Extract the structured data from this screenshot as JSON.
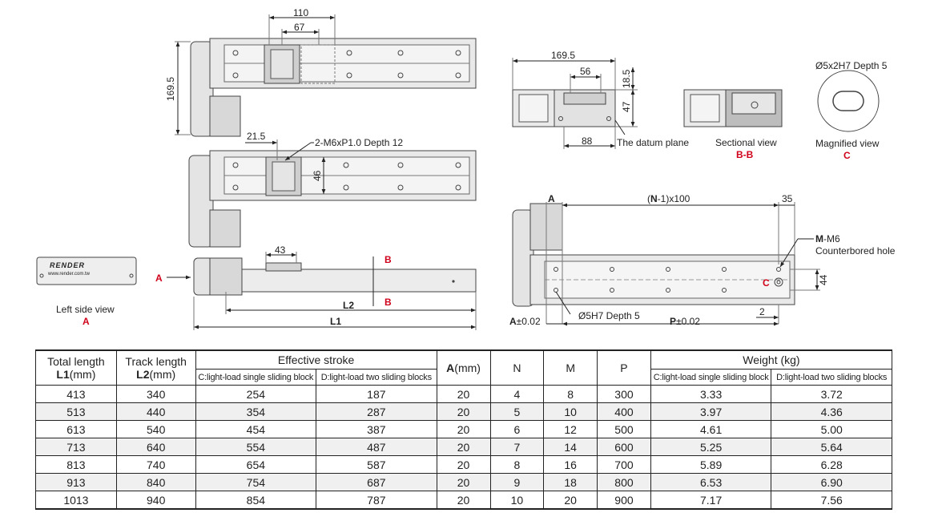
{
  "drawing": {
    "dim_110": "110",
    "dim_67": "67",
    "dim_169_5_v": "169.5",
    "dim_21_5": "21.5",
    "dim_46": "46",
    "callout_m6": "2-M6xP1.0 Depth 12",
    "dim_43": "43",
    "label_L2": "L2",
    "label_L1": "L1",
    "marker_A": "A",
    "marker_B": "B",
    "left_view_caption": "Left side view",
    "left_view_letter": "A",
    "brand_logo": "RENDER",
    "brand_url": "www.render.com.tw",
    "dim_169_5_h": "169.5",
    "dim_56": "56",
    "dim_18_5": "18.5",
    "dim_47": "47",
    "dim_88": "88",
    "datum_plane": "The datum plane",
    "sectional_caption": "Sectional view",
    "sectional_letter": "B-B",
    "magnified_callout": "Ø5x2H7 Depth 5",
    "magnified_caption": "Magnified view",
    "magnified_letter": "C",
    "pitch_prefix": "(",
    "pitch_N": "N",
    "pitch_suffix": "-1)x100",
    "dim_35": "35",
    "hole_M": "M",
    "hole_M_suffix": "-M6",
    "counterbored": "Counterbored hole",
    "marker_C": "C",
    "dim_44": "44",
    "dim_2": "2",
    "bore_callout": "Ø5H7 Depth 5",
    "tol_A": "A",
    "tol_A_suffix": "±0.02",
    "tol_P": "P",
    "tol_P_suffix": "±0.02"
  },
  "table": {
    "h_total_1": "Total length",
    "h_total_2b": "L1",
    "h_total_2": "(mm)",
    "h_track_1": "Track length",
    "h_track_2b": "L2",
    "h_track_2": "(mm)",
    "h_stroke": "Effective stroke",
    "h_stroke_c": "C:light-load single sliding block",
    "h_stroke_d": "D:light-load two sliding blocks",
    "h_A_b": "A",
    "h_A": "(mm)",
    "h_N": "N",
    "h_M": "M",
    "h_P": "P",
    "h_weight": "Weight (kg)",
    "h_weight_c": "C:light-load single sliding block",
    "h_weight_d": "D:light-load two sliding blocks",
    "rows": [
      [
        "413",
        "340",
        "254",
        "187",
        "20",
        "4",
        "8",
        "300",
        "3.33",
        "3.72"
      ],
      [
        "513",
        "440",
        "354",
        "287",
        "20",
        "5",
        "10",
        "400",
        "3.97",
        "4.36"
      ],
      [
        "613",
        "540",
        "454",
        "387",
        "20",
        "6",
        "12",
        "500",
        "4.61",
        "5.00"
      ],
      [
        "713",
        "640",
        "554",
        "487",
        "20",
        "7",
        "14",
        "600",
        "5.25",
        "5.64"
      ],
      [
        "813",
        "740",
        "654",
        "587",
        "20",
        "8",
        "16",
        "700",
        "5.89",
        "6.28"
      ],
      [
        "913",
        "840",
        "754",
        "687",
        "20",
        "9",
        "18",
        "800",
        "6.53",
        "6.90"
      ],
      [
        "1013",
        "940",
        "854",
        "787",
        "20",
        "10",
        "20",
        "900",
        "7.17",
        "7.56"
      ]
    ]
  }
}
